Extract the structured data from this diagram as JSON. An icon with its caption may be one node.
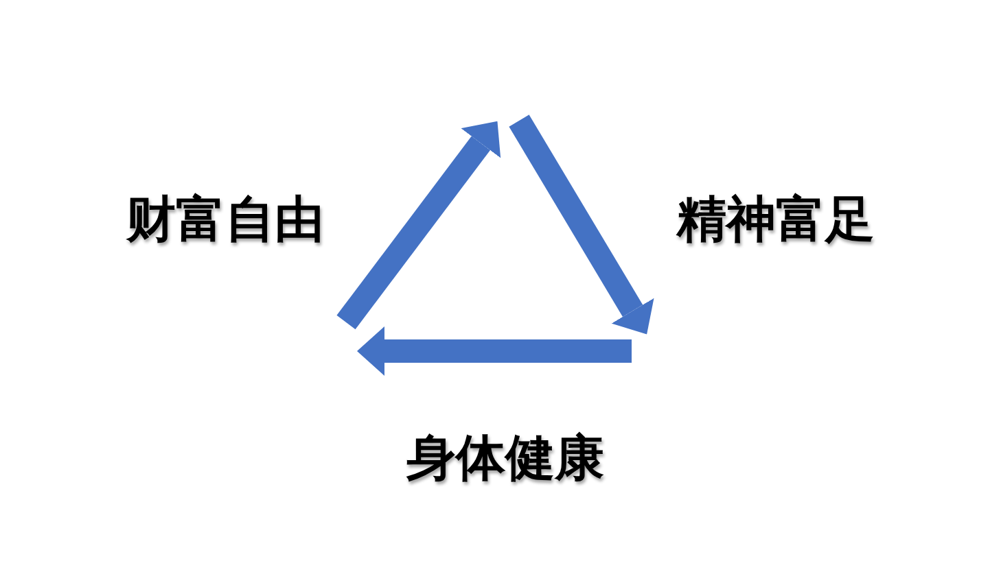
{
  "diagram": {
    "nodes": [
      {
        "text": [
          "财富自由"
        ]
      },
      {
        "text": [
          "精神富足"
        ]
      },
      {
        "text": [
          "身体健康"
        ]
      }
    ]
  }
}
